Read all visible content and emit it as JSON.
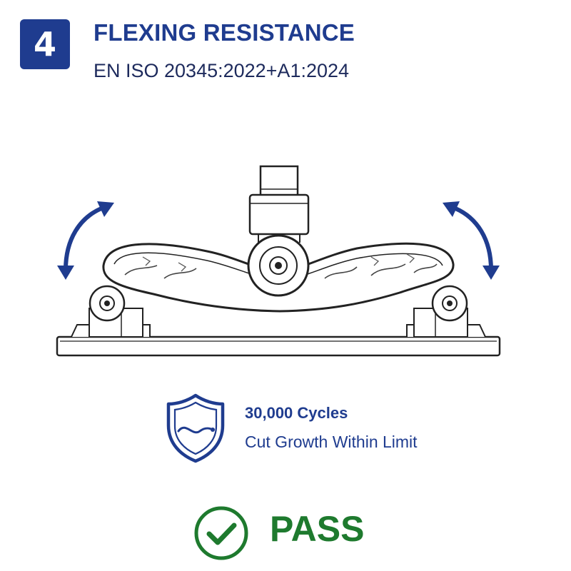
{
  "header": {
    "step_number": "4",
    "title": "FLEXING RESISTANCE",
    "standard": "EN ISO 20345:2022+A1:2024"
  },
  "illustration": {
    "subject": "sole flexing test machine",
    "icons": [
      "left-curved-double-arrow-icon",
      "right-curved-double-arrow-icon"
    ]
  },
  "result_details": {
    "icon": "shield-icon",
    "cycles": "30,000 Cycles",
    "criterion": "Cut Growth Within Limit"
  },
  "verdict": {
    "icon": "check-circle-icon",
    "label": "PASS"
  },
  "colors": {
    "primary_navy": "#1f3c8f",
    "pass_green": "#1e7a2e"
  }
}
